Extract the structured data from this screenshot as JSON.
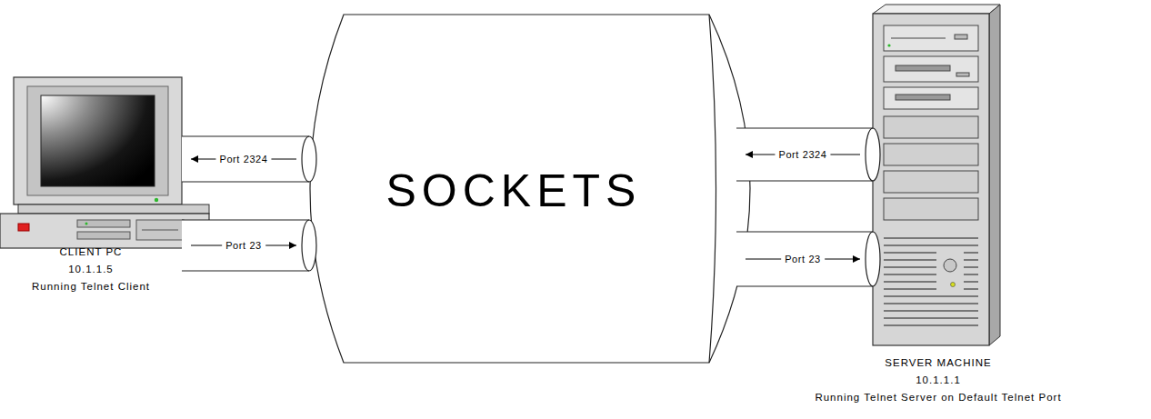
{
  "diagram": {
    "nodes": [
      {
        "text": [
          "CLIENT PC",
          "10.1.1.5",
          "Running Telnet Client"
        ]
      },
      {
        "text": [
          "SOCKETS"
        ]
      },
      {
        "text": [
          "SERVER MACHINE",
          "10.1.1.1",
          "Running Telnet Server on Default Telnet Port"
        ]
      }
    ],
    "edges": [
      {
        "from": 1,
        "to": 0,
        "label": "Port 2324",
        "arrow": "to"
      },
      {
        "from": 0,
        "to": 1,
        "label": "Port 23",
        "arrow": "to"
      },
      {
        "from": 2,
        "to": 1,
        "label": "Port 2324",
        "arrow": "to"
      },
      {
        "from": 1,
        "to": 2,
        "label": "Port 23",
        "arrow": "to"
      }
    ]
  }
}
